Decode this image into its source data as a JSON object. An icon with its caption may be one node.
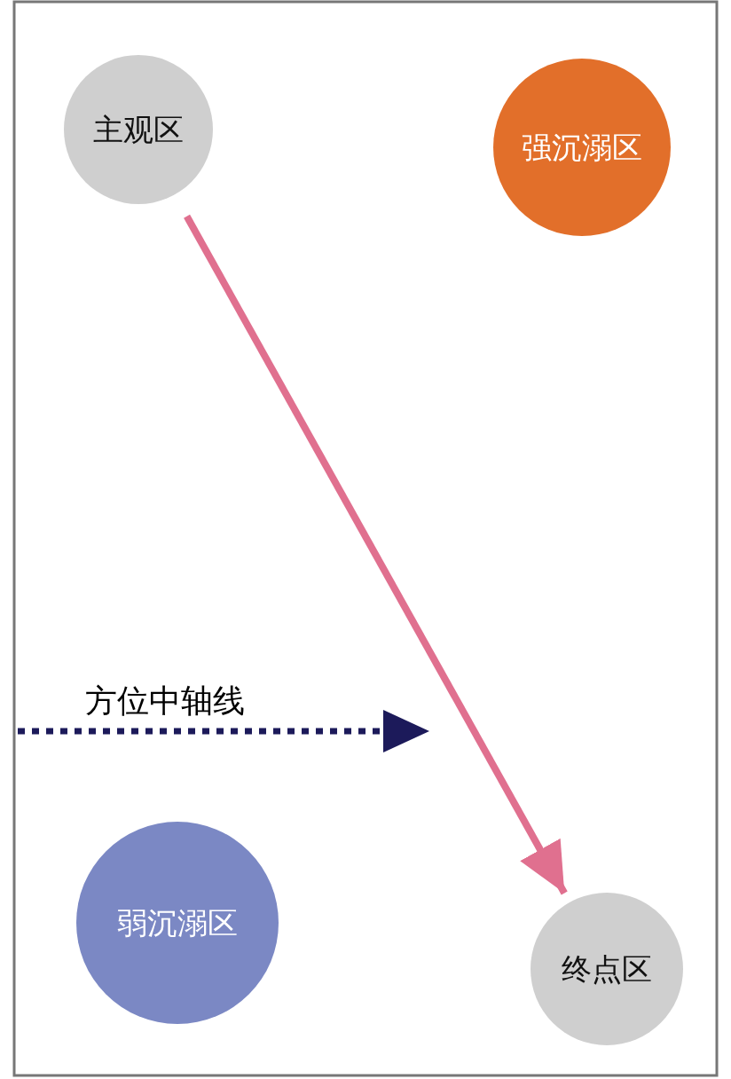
{
  "diagram": {
    "nodes": [
      {
        "text": [
          "主观区"
        ]
      },
      {
        "text": [
          "强沉溺区"
        ]
      },
      {
        "text": [
          "弱沉溺区"
        ]
      },
      {
        "text": [
          "终点区"
        ]
      }
    ],
    "edges": [
      {
        "from": 0,
        "to": 3,
        "arrow": "to"
      }
    ],
    "labels": [
      "方位中轴线"
    ]
  }
}
